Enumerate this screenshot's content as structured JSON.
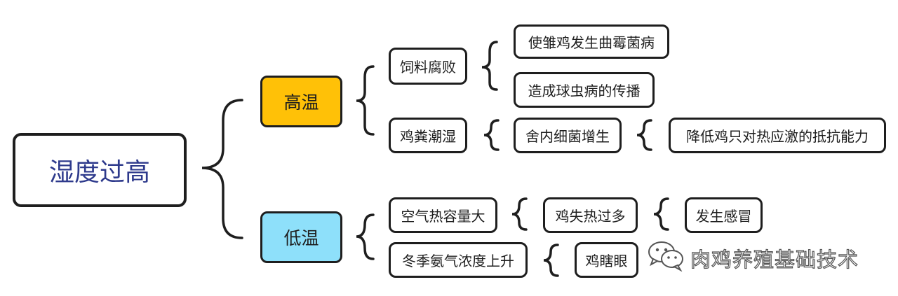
{
  "root": {
    "label": "湿度过高"
  },
  "high_temp": {
    "label": "高温",
    "color": "#ffc107",
    "feed_spoil": {
      "label": "饲料腐败",
      "effects": [
        "使雏鸡发生曲霉菌病",
        "造成球虫病的传播"
      ]
    },
    "manure_damp": {
      "label": "鸡粪潮湿",
      "bacteria": "舍内细菌增生",
      "result": "降低鸡只对热应激的抵抗能力"
    }
  },
  "low_temp": {
    "label": "低温",
    "color": "#8ee0fa",
    "air_heat": {
      "label": "空气热容量大",
      "heat_loss": "鸡失热过多",
      "result": "发生感冒"
    },
    "ammonia": {
      "label": "冬季氨气浓度上升",
      "result": "鸡瞎眼"
    }
  },
  "watermark": {
    "text": "肉鸡养殖基础技术",
    "icon": "wechat-icon"
  }
}
